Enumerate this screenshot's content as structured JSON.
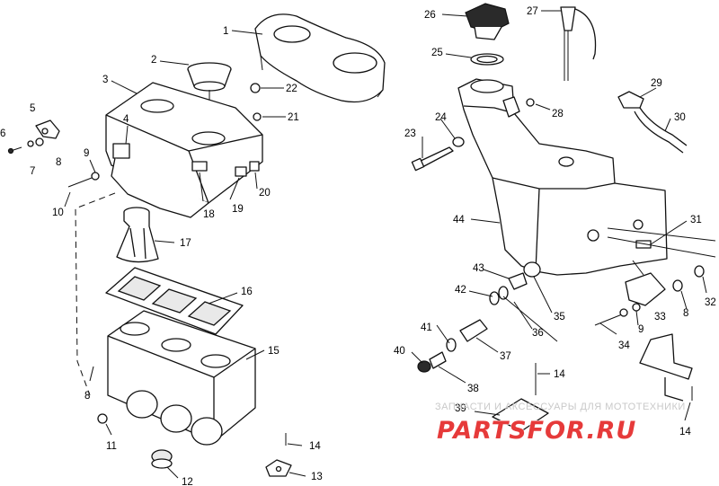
{
  "diagram": {
    "callouts": {
      "n1": "1",
      "n2": "2",
      "n3": "3",
      "n4": "4",
      "n5": "5",
      "n6": "6",
      "n7": "7",
      "n8a": "8",
      "n8b": "8",
      "n8c": "8",
      "n9a": "9",
      "n9b": "9",
      "n10": "10",
      "n11": "11",
      "n12": "12",
      "n13": "13",
      "n14a": "14",
      "n14b": "14",
      "n14c": "14",
      "n15": "15",
      "n16": "16",
      "n17": "17",
      "n18": "18",
      "n19": "19",
      "n20": "20",
      "n21": "21",
      "n22": "22",
      "n23": "23",
      "n24": "24",
      "n25": "25",
      "n26": "26",
      "n27": "27",
      "n28": "28",
      "n29": "29",
      "n30": "30",
      "n31": "31",
      "n32": "32",
      "n33": "33",
      "n34": "34",
      "n35": "35",
      "n36": "36",
      "n37": "37",
      "n38": "38",
      "n39": "39",
      "n40": "40",
      "n41": "41",
      "n42": "42",
      "n43": "43",
      "n44": "44"
    },
    "colors": {
      "line": "#111111",
      "watermark_grey": "#c9c9c9",
      "watermark_red": "#e63a3a"
    }
  },
  "watermark": {
    "tagline": "ЗАПЧАСТИ И АКСЕССУАРЫ ДЛЯ МОТОТЕХНИКИ",
    "logo_text": "PARTSFOR.RU"
  }
}
